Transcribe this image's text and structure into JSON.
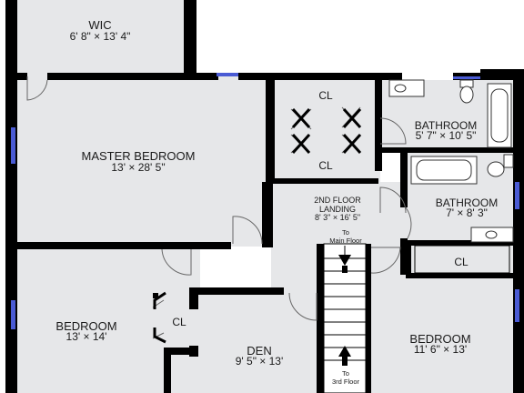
{
  "rooms": {
    "wic": {
      "name": "WIC",
      "dims": "6' 8\" × 13' 4\""
    },
    "master_bedroom": {
      "name": "MASTER BEDROOM",
      "dims": "13' × 28' 5\""
    },
    "closet_upper": {
      "name": "CL"
    },
    "closet_lower": {
      "name": "CL"
    },
    "bathroom_1": {
      "name": "BATHROOM",
      "dims": "5' 7\" × 10' 5\""
    },
    "bathroom_2": {
      "name": "BATHROOM",
      "dims": "7' × 8' 3\""
    },
    "landing": {
      "name": "2ND FLOOR",
      "name2": "LANDING",
      "dims": "8' 3\" × 16' 5\""
    },
    "closet_right": {
      "name": "CL"
    },
    "bedroom_left": {
      "name": "BEDROOM",
      "dims": "13' × 14'"
    },
    "closet_left": {
      "name": "CL"
    },
    "den": {
      "name": "DEN",
      "dims": "9' 5\" × 13'"
    },
    "bedroom_right": {
      "name": "BEDROOM",
      "dims": "11' 6\" × 13'"
    }
  },
  "stairs": {
    "to_main_line1": "To",
    "to_main_line2": "Main Floor",
    "to_third_line1": "To",
    "to_third_line2": "3rd Floor"
  },
  "colors": {
    "floor": "#e6e7e9",
    "wall": "#000000",
    "window": "#4a5bd4",
    "door_arc": "#666666"
  }
}
